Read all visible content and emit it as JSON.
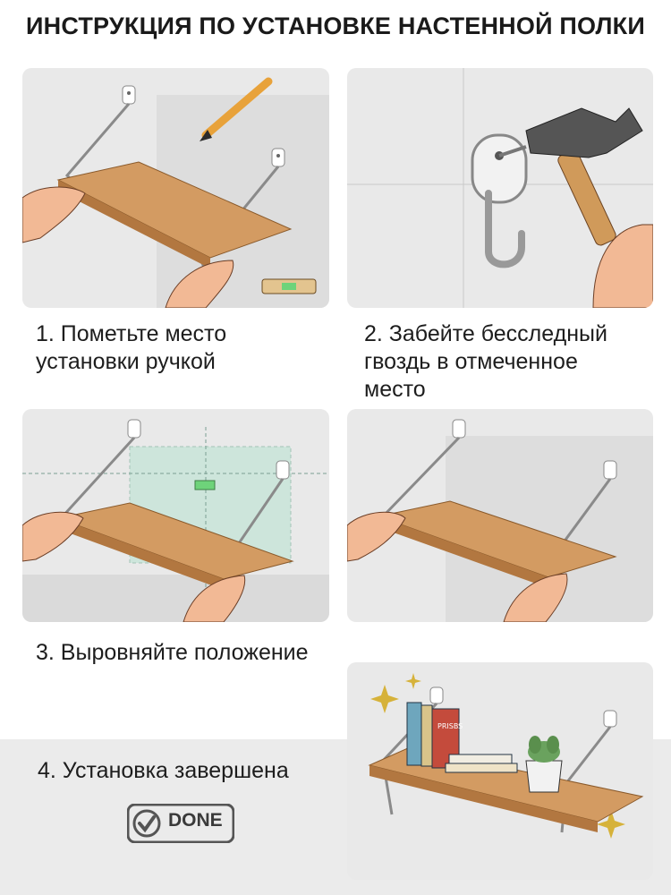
{
  "title": "ИНСТРУКЦИЯ ПО УСТАНОВКЕ НАСТЕННОЙ ПОЛКИ",
  "steps": [
    {
      "line1": "1. Пометьте место",
      "line2": "установки ручкой",
      "line3": ""
    },
    {
      "line1": "2. Забейте бесследный",
      "line2": "гвоздь в отмеченное",
      "line3": "место"
    },
    {
      "line1": "3. Выровняйте положение",
      "line2": "",
      "line3": ""
    },
    {
      "line1": "4. Установка завершена",
      "line2": "",
      "line3": ""
    }
  ],
  "done_label": "DONE",
  "book_titles": [
    "PRISBS"
  ],
  "colors": {
    "panel": "#e9e9e9",
    "wood": "#c98b52",
    "metal": "#9a9a9a",
    "hand": "#f0b897"
  }
}
